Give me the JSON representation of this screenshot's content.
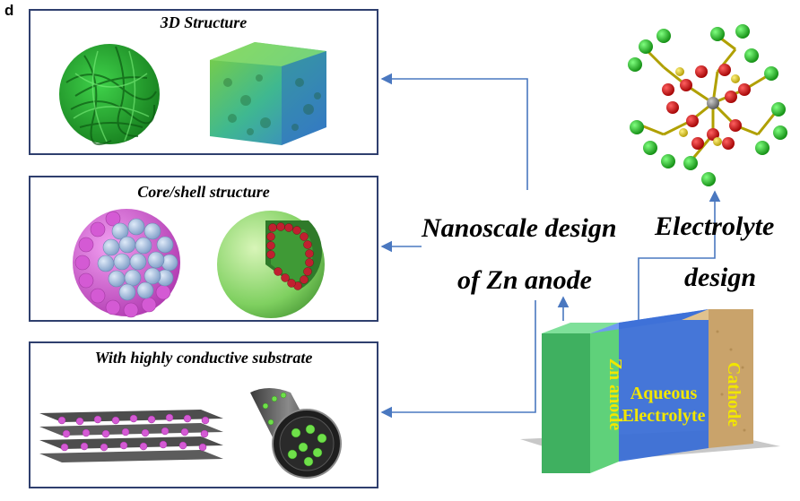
{
  "panel_letter": "d",
  "boxes": {
    "structure_3d": {
      "title": "3D Structure"
    },
    "core_shell": {
      "title": "Core/shell structure"
    },
    "substrate": {
      "title": "With highly conductive substrate"
    }
  },
  "labels": {
    "nanoscale_line1": "Nanoscale design",
    "nanoscale_line2": "of Zn anode",
    "electrolyte_line1": "Electrolyte",
    "electrolyte_line2": "design"
  },
  "cell": {
    "anode": "Zn anode",
    "electrolyte_line1": "Aqueous",
    "electrolyte_line2": "Electrolyte",
    "cathode": "Cathode"
  },
  "colors": {
    "box_border": "#2f3f6e",
    "arrow": "#4a78c0",
    "anode_green": "#5fd17a",
    "electrolyte_blue": "#3b6fd6",
    "cathode_tan": "#c9a36b",
    "cell_text_yellow": "#f2e600",
    "molecule_red": "#e01010",
    "molecule_green": "#22c022",
    "molecule_yellow": "#e8d020",
    "magenta_sphere": "#d45ad4",
    "blue_sphere": "#9bb8dc"
  },
  "icons": [
    "green-fibrous-sphere-icon",
    "gradient-porous-cube-icon",
    "core-shell-sphere-icon",
    "hollow-sphere-cutaway-icon",
    "layered-sheets-icon",
    "conductive-cylinder-icon",
    "electrolyte-molecule-icon",
    "battery-cell-icon"
  ]
}
